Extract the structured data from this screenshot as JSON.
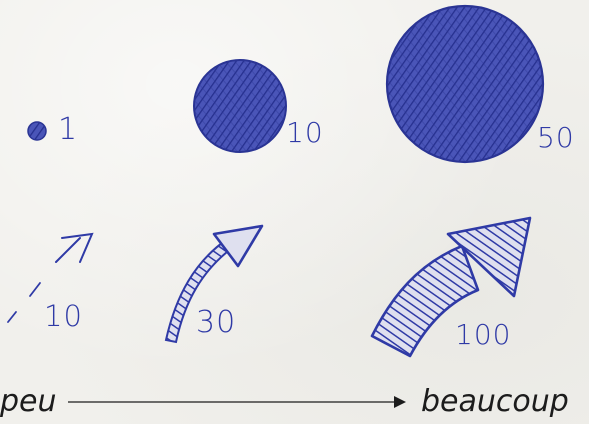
{
  "colors": {
    "ink": "#2f3aa6",
    "paper": "#f1f0ec",
    "axis": "#1c1c1c"
  },
  "circles": [
    {
      "label": "1"
    },
    {
      "label": "10"
    },
    {
      "label": "50"
    }
  ],
  "arrows": [
    {
      "label": "10"
    },
    {
      "label": "30"
    },
    {
      "label": "100"
    }
  ],
  "scale": {
    "left_label": "peu",
    "right_label": "beaucoup"
  }
}
